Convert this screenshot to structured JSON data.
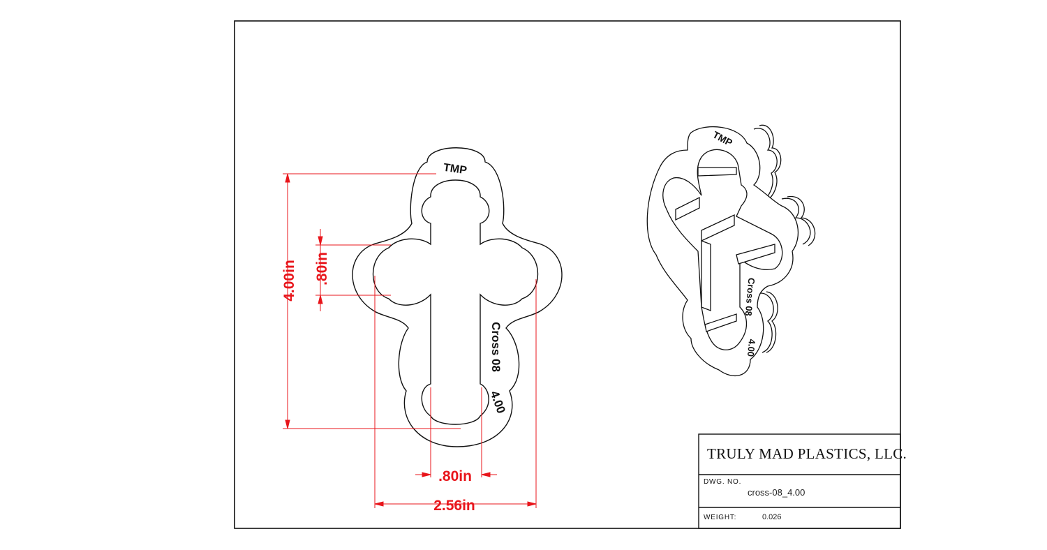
{
  "drawing": {
    "engraving": {
      "logo": "TMP",
      "name": "Cross 08",
      "size": "4.00"
    },
    "dimensions": {
      "height_total": "4.00in",
      "arm_height": ".80in",
      "width_total": "2.56in",
      "stem_width": ".80in"
    },
    "colors": {
      "dimension": "#e8151b",
      "outline": "#111111"
    }
  },
  "title_block": {
    "company": "TRULY MAD PLASTICS, LLC.",
    "dwg_label": "DWG. NO.",
    "dwg_value": "cross-08_4.00",
    "weight_label": "WEIGHT:",
    "weight_value": "0.026"
  }
}
